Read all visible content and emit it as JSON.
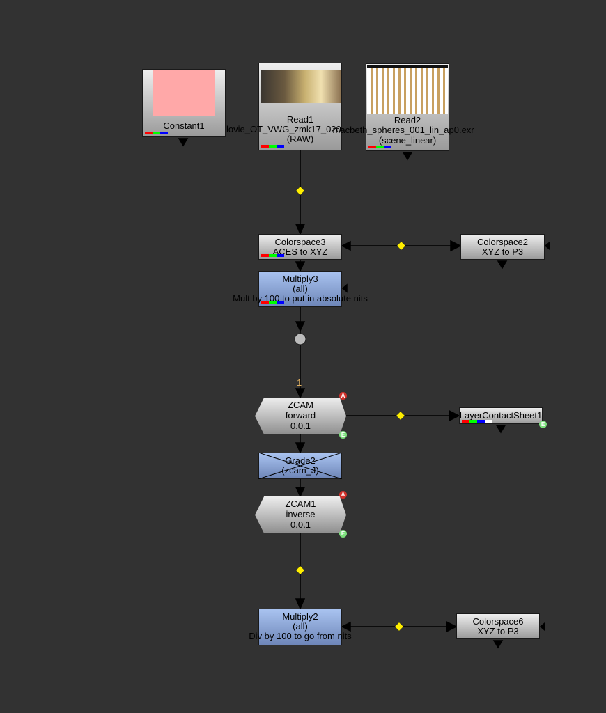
{
  "nodes": {
    "constant1": {
      "name": "Constant1",
      "color": "#ffa8a8"
    },
    "read1": {
      "name": "Read1",
      "file": "lovie_OT_VWG_zmk17_020",
      "colorspace": "(RAW)"
    },
    "read2": {
      "name": "Read2",
      "file": "macbeth_spheres_001_lin_ap0.exr",
      "colorspace": "(scene_linear)"
    },
    "colorspace3": {
      "name": "Colorspace3",
      "sub": "ACES to XYZ"
    },
    "colorspace2": {
      "name": "Colorspace2",
      "sub": "XYZ to P3"
    },
    "multiply3": {
      "name": "Multiply3",
      "sub": "(all)",
      "note": "Mult by 100 to put in absolute nits"
    },
    "input_label": "1",
    "zcam": {
      "name": "ZCAM",
      "sub": "forward",
      "version": "0.0.1",
      "badge_a": "A",
      "badge_e": "E"
    },
    "layer_contact_sheet1": {
      "name": "LayerContactSheet1",
      "badge_e": "E"
    },
    "grade2": {
      "name": "Grade2",
      "sub": "(zcam_J)",
      "disabled": true
    },
    "zcam1": {
      "name": "ZCAM1",
      "sub": "inverse",
      "version": "0.0.1",
      "badge_a": "A",
      "badge_e": "E"
    },
    "multiply2": {
      "name": "Multiply2",
      "sub": "(all)",
      "note": "Div by 100 to go from nits"
    },
    "colorspace6": {
      "name": "Colorspace6",
      "sub": "XYZ to P3"
    }
  },
  "colors": {
    "background": "#323232",
    "node_blue": "#8aa3d6",
    "expression_dot": "#ffee00"
  }
}
